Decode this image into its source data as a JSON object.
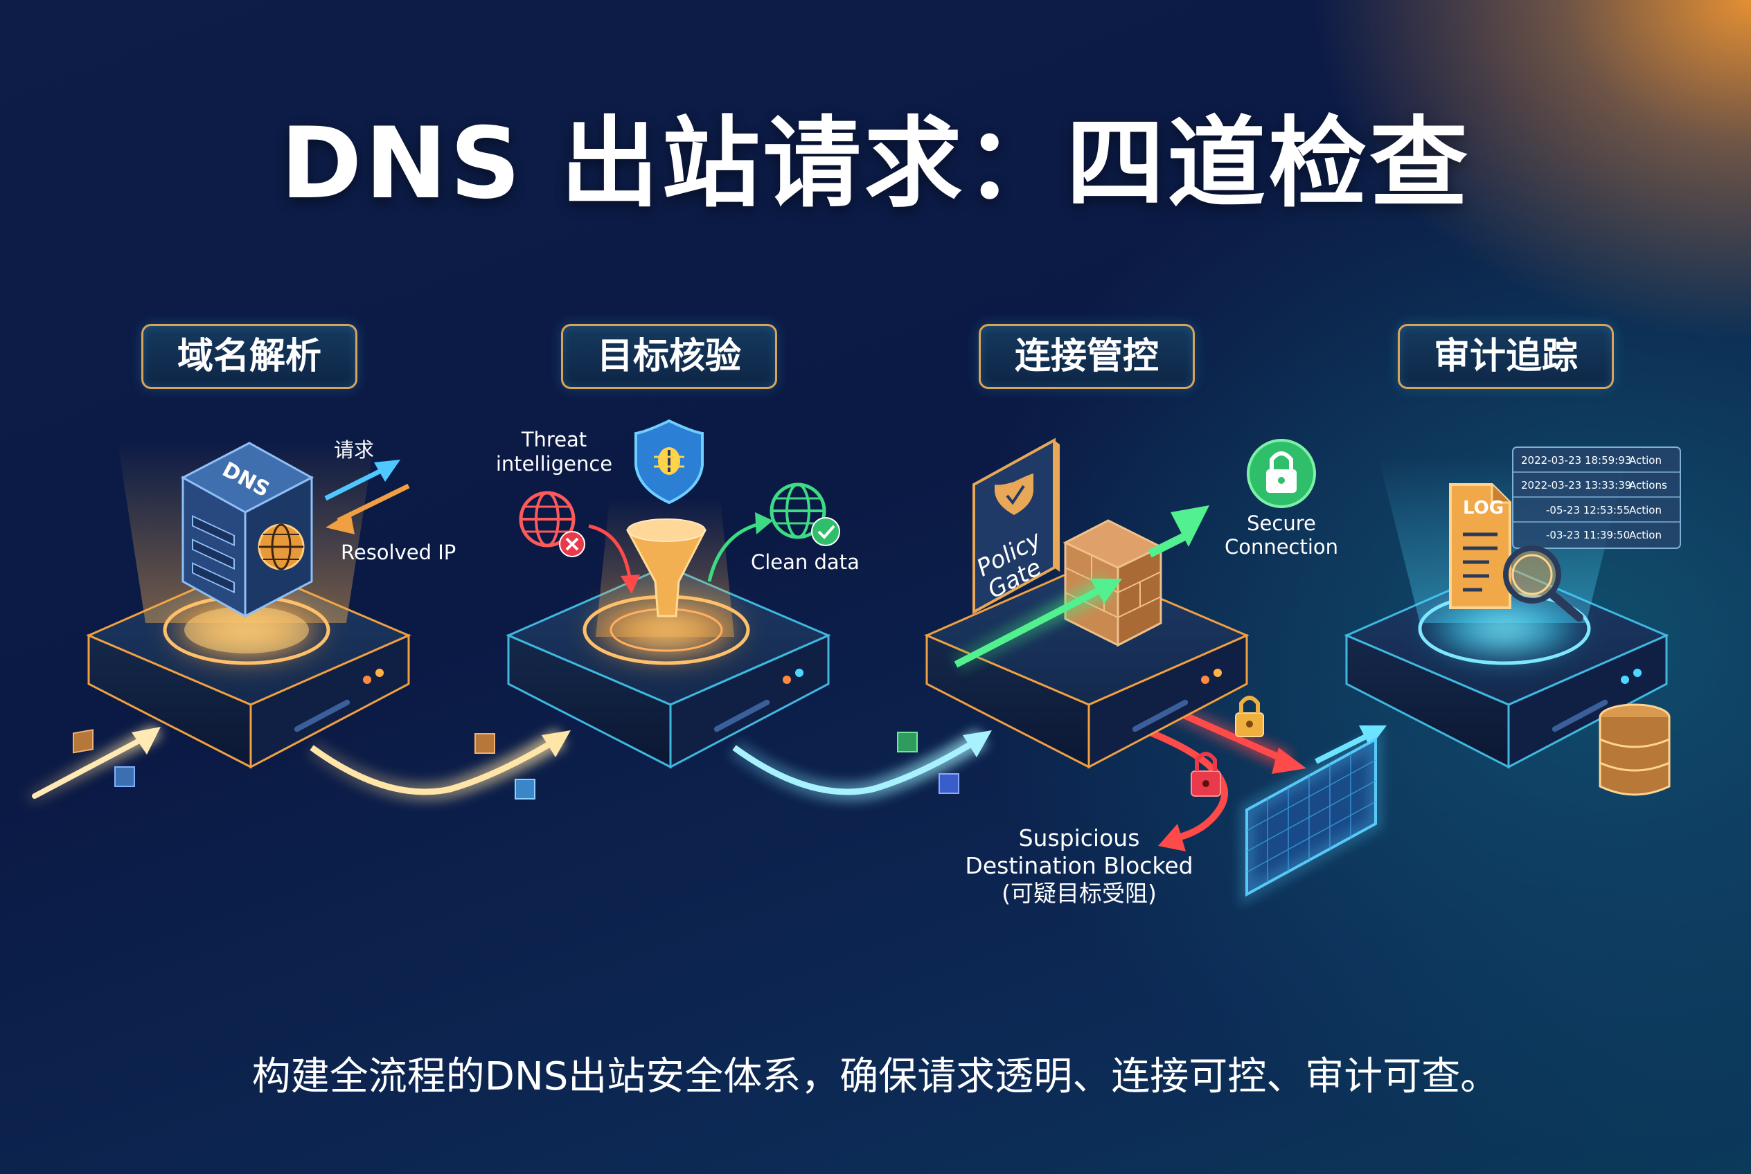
{
  "title": "DNS 出站请求：四道检查",
  "stages": [
    {
      "label": "域名解析"
    },
    {
      "label": "目标核验"
    },
    {
      "label": "连接管控"
    },
    {
      "label": "审计追踪"
    }
  ],
  "annotations": {
    "dns_box": "DNS",
    "request": "请求",
    "resolved_ip": "Resolved IP",
    "threat_line1": "Threat",
    "threat_line2": "intelligence",
    "clean_data": "Clean data",
    "policy_line1": "Policy",
    "policy_line2": "Gate",
    "secure_line1": "Secure",
    "secure_line2": "Connection",
    "blocked_line1": "Suspicious",
    "blocked_line2": "Destination Blocked",
    "blocked_line3": "(可疑目标受阻)",
    "log_label": "LOG"
  },
  "log_entries": [
    {
      "time": "2022-03-23 18:59:93",
      "action": "Action"
    },
    {
      "time": "2022-03-23 13:33:39",
      "action": "Actions"
    },
    {
      "time": "-05-23 12:53:55",
      "action": "Action"
    },
    {
      "time": "-03-23 11:39:50",
      "action": "Action"
    }
  ],
  "footer": "构建全流程的DNS出站安全体系，确保请求透明、连接可控、审计可查。",
  "colors": {
    "bg_dark": "#0b1a45",
    "accent_orange": "#f0a040",
    "accent_cyan": "#4fd8ff",
    "accent_green": "#3ddc84",
    "accent_red": "#ff4a4a"
  },
  "icons": [
    "dns-server-icon",
    "globe-icon",
    "shield-bug-icon",
    "funnel-icon",
    "policy-gate-icon",
    "firewall-icon",
    "lock-icon",
    "log-document-icon",
    "magnifier-icon",
    "database-icon"
  ]
}
